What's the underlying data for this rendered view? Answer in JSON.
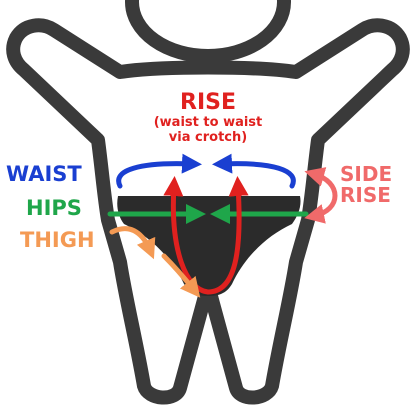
{
  "labels": {
    "rise_title": "RISE",
    "rise_subtitle_line1": "(waist to waist",
    "rise_subtitle_line2": "via crotch)",
    "waist": "WAIST",
    "hips": "HIPS",
    "thigh": "THIGH",
    "side_rise_line1": "SIDE",
    "side_rise_line2": "RISE"
  },
  "colors": {
    "figure_outline": "#3a3a3a",
    "figure_fill": "#ffffff",
    "brief": "#2b2b2b",
    "rise": "#e0211f",
    "waist": "#1a3fd1",
    "hips": "#1fa64a",
    "thigh": "#f49a54",
    "side_rise": "#f06a6a"
  }
}
